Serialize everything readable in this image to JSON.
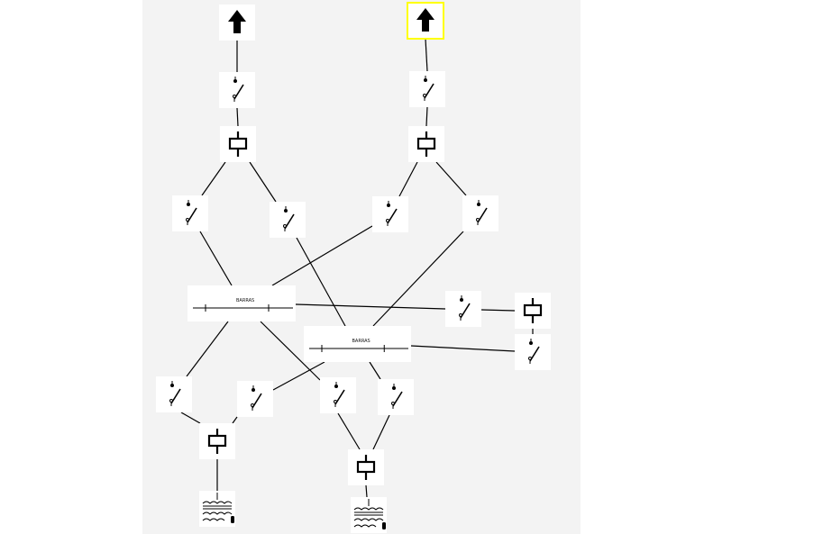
{
  "diagram": {
    "colors": {
      "canvas": "#f3f3f3",
      "node_background": "#ffffff",
      "stroke": "#000000",
      "selected_outline": "#ffff00"
    },
    "nodes": [
      {
        "id": "feeder-1",
        "kind": "feeder",
        "icon": "up-arrow-icon"
      },
      {
        "id": "feeder-2",
        "kind": "feeder",
        "icon": "up-arrow-icon",
        "selected": true
      },
      {
        "id": "switch-1",
        "kind": "switch",
        "icon": "disconnector-icon"
      },
      {
        "id": "switch-2",
        "kind": "switch",
        "icon": "disconnector-icon"
      },
      {
        "id": "breaker-1",
        "kind": "breaker",
        "icon": "circuit-breaker-icon"
      },
      {
        "id": "breaker-2",
        "kind": "breaker",
        "icon": "circuit-breaker-icon"
      },
      {
        "id": "switch-3",
        "kind": "switch",
        "icon": "disconnector-icon"
      },
      {
        "id": "switch-4",
        "kind": "switch",
        "icon": "disconnector-icon"
      },
      {
        "id": "switch-5",
        "kind": "switch",
        "icon": "disconnector-icon"
      },
      {
        "id": "switch-6",
        "kind": "switch",
        "icon": "disconnector-icon"
      },
      {
        "id": "busbar-1",
        "kind": "busbar",
        "label": "BARRAS"
      },
      {
        "id": "busbar-2",
        "kind": "busbar",
        "label": "BARRAS"
      },
      {
        "id": "switch-7",
        "kind": "switch",
        "icon": "disconnector-icon"
      },
      {
        "id": "breaker-3",
        "kind": "breaker",
        "icon": "circuit-breaker-icon"
      },
      {
        "id": "switch-8",
        "kind": "switch",
        "icon": "disconnector-icon"
      },
      {
        "id": "switch-9",
        "kind": "switch",
        "icon": "disconnector-icon"
      },
      {
        "id": "switch-10",
        "kind": "switch",
        "icon": "disconnector-icon"
      },
      {
        "id": "switch-11",
        "kind": "switch",
        "icon": "disconnector-icon"
      },
      {
        "id": "switch-12",
        "kind": "switch",
        "icon": "disconnector-icon"
      },
      {
        "id": "breaker-4",
        "kind": "breaker",
        "icon": "circuit-breaker-icon"
      },
      {
        "id": "breaker-5",
        "kind": "breaker",
        "icon": "circuit-breaker-icon"
      },
      {
        "id": "transformer-1",
        "kind": "transformer",
        "icon": "transformer-icon"
      },
      {
        "id": "transformer-2",
        "kind": "transformer",
        "icon": "transformer-icon"
      }
    ],
    "edges": [
      [
        "feeder-1",
        "switch-1"
      ],
      [
        "switch-1",
        "breaker-1"
      ],
      [
        "breaker-1",
        "switch-3"
      ],
      [
        "breaker-1",
        "switch-4"
      ],
      [
        "feeder-2",
        "switch-2"
      ],
      [
        "switch-2",
        "breaker-2"
      ],
      [
        "breaker-2",
        "switch-5"
      ],
      [
        "breaker-2",
        "switch-6"
      ],
      [
        "switch-3",
        "busbar-1"
      ],
      [
        "switch-5",
        "busbar-1"
      ],
      [
        "switch-4",
        "busbar-2"
      ],
      [
        "switch-6",
        "busbar-2"
      ],
      [
        "busbar-1",
        "switch-7"
      ],
      [
        "switch-7",
        "breaker-3"
      ],
      [
        "breaker-3",
        "switch-8"
      ],
      [
        "switch-8",
        "busbar-2"
      ],
      [
        "busbar-1",
        "switch-9"
      ],
      [
        "busbar-1",
        "switch-12"
      ],
      [
        "busbar-2",
        "switch-10"
      ],
      [
        "busbar-2",
        "switch-11"
      ],
      [
        "switch-9",
        "breaker-4"
      ],
      [
        "switch-10",
        "breaker-4"
      ],
      [
        "switch-11",
        "breaker-5"
      ],
      [
        "switch-12",
        "breaker-5"
      ],
      [
        "breaker-4",
        "transformer-1"
      ],
      [
        "breaker-5",
        "transformer-2"
      ]
    ]
  }
}
